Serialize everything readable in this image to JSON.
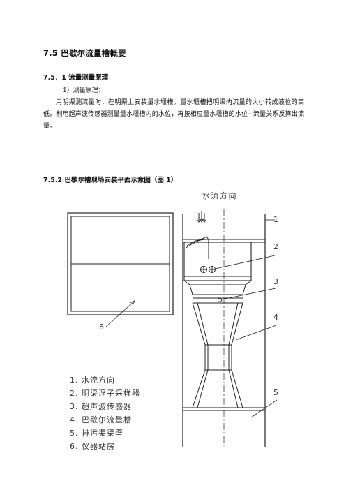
{
  "section_title": "7.5 巴歇尔流量槽概要",
  "subsection_title": "7.5．1 流量测量原理",
  "principle_label": "1）测量原理：",
  "principle_text": "用明渠测流量时，在明渠上安装量水堰槽。量水堰槽把明渠内流量的大小转成液位的高低。利用超声波传感器测量量水堰槽内的水位，再按相应量水堰槽的水位−流量关系反算出流量。",
  "figure_title": "7.5.2 巴歇尔槽现场安装平面示意图（图 1）",
  "figure": {
    "flow_direction_label": "水流方向",
    "callout_numbers": [
      "1",
      "2",
      "3",
      "4",
      "5",
      "6"
    ],
    "legend": [
      "1.  水流方向",
      "2.  明渠浮子采样器",
      "3.  超声波传感器",
      "4.  巴歇尔流量槽",
      "5.  排污渠渠壁",
      "6.  仪器站房"
    ]
  }
}
